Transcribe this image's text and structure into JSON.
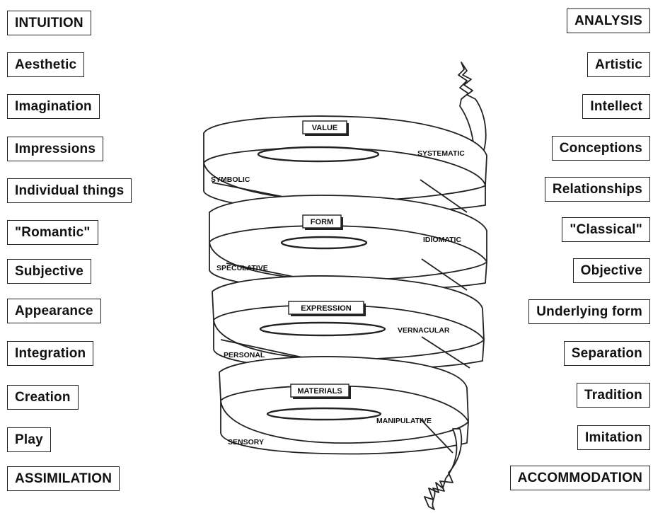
{
  "left_column": [
    "INTUITION",
    "Aesthetic",
    "Imagination",
    "Impressions",
    "Individual things",
    "\"Romantic\"",
    "Subjective",
    "Appearance",
    "Integration",
    "Creation",
    "Play",
    "ASSIMILATION"
  ],
  "right_column": [
    "ANALYSIS",
    "Artistic",
    "Intellect",
    "Conceptions",
    "Relationships",
    "\"Classical\"",
    "Objective",
    "Underlying form",
    "Separation",
    "Tradition",
    "Imitation",
    "ACCOMMODATION"
  ],
  "spiral": {
    "levels": [
      {
        "tag": "VALUE",
        "left": "SYMBOLIC",
        "right": "SYSTEMATIC"
      },
      {
        "tag": "FORM",
        "left": "SPECULATIVE",
        "right": "IDIOMATIC"
      },
      {
        "tag": "EXPRESSION",
        "left": "PERSONAL",
        "right": "VERNACULAR"
      },
      {
        "tag": "MATERIALS",
        "left": "SENSORY",
        "right": "MANIPULATIVE"
      }
    ]
  }
}
